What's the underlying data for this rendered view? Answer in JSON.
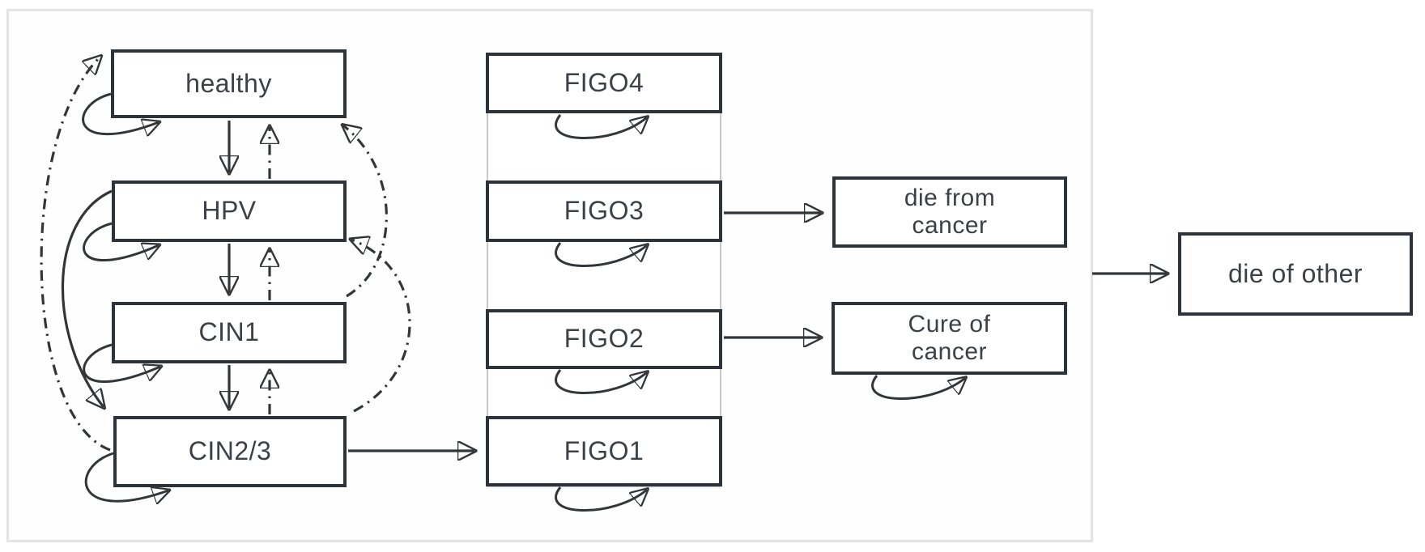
{
  "diagram": {
    "title": "cervical cancer disease state transition model",
    "type": "state-transition-diagram",
    "colors": {
      "box_border": "#2d333a",
      "box_fill": "#ffffff",
      "text": "#3b4147",
      "arrow": "#333638",
      "outer_frame_border": "#e3e3e3",
      "figo_band_border": "#c9c9c9"
    },
    "nodes": {
      "healthy": {
        "label": "healthy"
      },
      "hpv": {
        "label": "HPV"
      },
      "cin1": {
        "label": "CIN1"
      },
      "cin23": {
        "label": "CIN2/3"
      },
      "figo4": {
        "label": "FIGO4"
      },
      "figo3": {
        "label": "FIGO3"
      },
      "figo2": {
        "label": "FIGO2"
      },
      "figo1": {
        "label": "FIGO1"
      },
      "die_cancer": {
        "label": "die from cancer",
        "line1": "die from",
        "line2": "cancer"
      },
      "cure_cancer": {
        "label": "Cure of cancer",
        "line1": "Cure of",
        "line2": "cancer"
      },
      "die_other": {
        "label": "die of other"
      }
    },
    "edges": [
      {
        "from": "healthy",
        "to": "HPV",
        "style": "solid",
        "shape": "straight-down"
      },
      {
        "from": "HPV",
        "to": "healthy",
        "style": "dash-dot",
        "shape": "straight-up"
      },
      {
        "from": "HPV",
        "to": "CIN1",
        "style": "solid",
        "shape": "straight-down"
      },
      {
        "from": "CIN1",
        "to": "HPV",
        "style": "dash-dot",
        "shape": "straight-up"
      },
      {
        "from": "CIN1",
        "to": "CIN2/3",
        "style": "solid",
        "shape": "straight-down"
      },
      {
        "from": "CIN2/3",
        "to": "CIN1",
        "style": "dash-dot",
        "shape": "straight-up"
      },
      {
        "from": "HPV",
        "to": "CIN2/3",
        "style": "solid",
        "shape": "left-arc"
      },
      {
        "from": "CIN2/3",
        "to": "healthy",
        "style": "dash-dot",
        "shape": "far-left-arc"
      },
      {
        "from": "CIN1",
        "to": "healthy",
        "style": "dash-dot",
        "shape": "right-arc"
      },
      {
        "from": "CIN2/3",
        "to": "HPV",
        "style": "dash-dot",
        "shape": "right-outer-arc"
      },
      {
        "from": "CIN2/3",
        "to": "FIGO1",
        "style": "solid",
        "shape": "straight-right"
      },
      {
        "from": "FIGO3",
        "to": "die from cancer",
        "style": "solid",
        "shape": "straight-right"
      },
      {
        "from": "FIGO2",
        "to": "Cure of cancer",
        "style": "solid",
        "shape": "straight-right"
      },
      {
        "from": "frame",
        "to": "die of other",
        "style": "solid",
        "shape": "straight-right"
      },
      {
        "from": "healthy",
        "to": "healthy",
        "style": "solid",
        "shape": "self-loop"
      },
      {
        "from": "HPV",
        "to": "HPV",
        "style": "solid",
        "shape": "self-loop"
      },
      {
        "from": "CIN1",
        "to": "CIN1",
        "style": "solid",
        "shape": "self-loop"
      },
      {
        "from": "CIN2/3",
        "to": "CIN2/3",
        "style": "solid",
        "shape": "self-loop"
      },
      {
        "from": "FIGO4",
        "to": "FIGO4",
        "style": "solid",
        "shape": "self-loop"
      },
      {
        "from": "FIGO3",
        "to": "FIGO3",
        "style": "solid",
        "shape": "self-loop"
      },
      {
        "from": "FIGO2",
        "to": "FIGO2",
        "style": "solid",
        "shape": "self-loop"
      },
      {
        "from": "FIGO1",
        "to": "FIGO1",
        "style": "solid",
        "shape": "self-loop"
      },
      {
        "from": "Cure of cancer",
        "to": "Cure of cancer",
        "style": "solid",
        "shape": "self-loop"
      }
    ]
  }
}
